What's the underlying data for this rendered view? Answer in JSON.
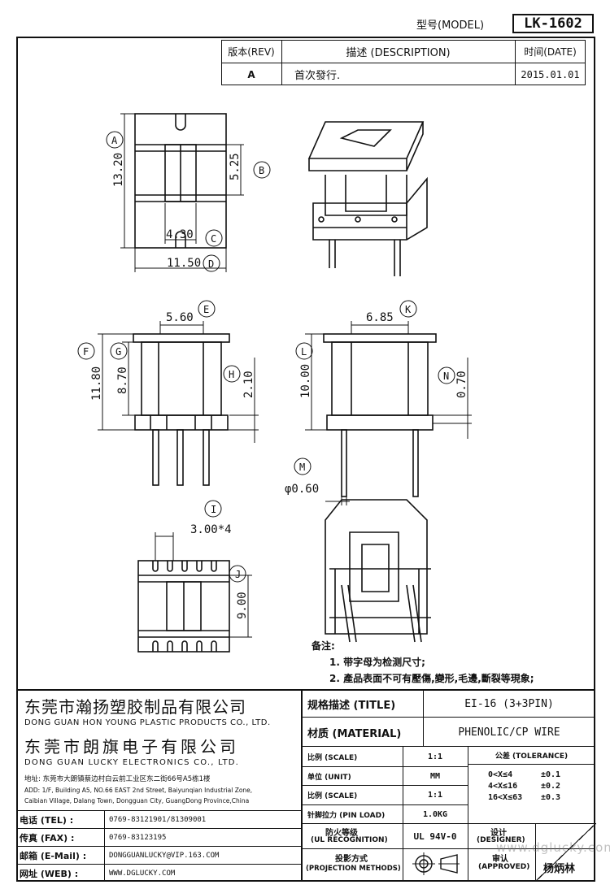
{
  "model": {
    "label": "型号(MODEL)",
    "value": "LK-1602"
  },
  "revision_table": {
    "headers": {
      "rev": "版本(REV)",
      "desc": "描述 (DESCRIPTION)",
      "date": "时间(DATE)"
    },
    "row": {
      "rev": "A",
      "desc": "首次發行.",
      "date": "2015.01.01"
    }
  },
  "dimensions": {
    "A": "13.20",
    "B": "5.25",
    "C": "4.30",
    "D": "11.50",
    "E": "5.60",
    "F": "11.80",
    "G": "8.70",
    "H": "2.10",
    "K": "6.85",
    "L": "10.00",
    "N": "0.70",
    "M": "φ0.60",
    "I": "3.00*4",
    "J": "9.00"
  },
  "dim_letters": [
    "A",
    "B",
    "C",
    "D",
    "E",
    "F",
    "G",
    "H",
    "K",
    "L",
    "N",
    "M",
    "I",
    "J"
  ],
  "notes": {
    "title": "备注:",
    "items": [
      "1. 带字母为检测尺寸;",
      "2. 產品表面不可有壓傷,變形,毛邊,斷裂等現象;"
    ]
  },
  "company": {
    "name1_cn": "东莞市瀚扬塑胶制品有限公司",
    "name1_en": "DONG GUAN HON YOUNG PLASTIC PRODUCTS CO., LTD.",
    "name2_cn": "东莞市朗旗电子有限公司",
    "name2_en": "DONG GUAN LUCKY ELECTRONICS CO., LTD.",
    "address_cn": "地址: 东莞市大朗镇蔡边村白云前工业区东二街66号A5栋1楼",
    "address_en1": "ADD: 1/F, Building A5, NO.66 EAST 2nd Street, Baiyunqian Industrial Zone,",
    "address_en2": "Caibian Village, Dalang Town, Dongguan City, GuangDong Province,China"
  },
  "contact": {
    "tel_label": "电话 (TEL) :",
    "tel": "0769-83121901/81309001",
    "fax_label": "传真 (FAX) :",
    "fax": "0769-83123195",
    "mail_label": "邮箱 (E-Mail) :",
    "mail": "DONGGUANLUCKY@VIP.163.COM",
    "web_label": "网址 (WEB) :",
    "web": "WWW.DGLUCKY.COM"
  },
  "spec": {
    "title_label": "规格描述 (TITLE)",
    "title_value": "EI-16 (3+3PIN)",
    "material_label": "材质 (MATERIAL)",
    "material_value": "PHENOLIC/CP WIRE",
    "scale_label": "比例 (SCALE)",
    "scale_value": "1:1",
    "tolerance_label": "公差 (TOLERANCE)",
    "unit_label": "单位 (UNIT)",
    "unit_value": "MM",
    "tol1": "0<X≤4",
    "tol1v": "±0.1",
    "tol2": "4<X≤16",
    "tol2v": "±0.2",
    "tol3": "16<X≤63",
    "tol3v": "±0.3",
    "scale2_label": "比例 (SCALE)",
    "scale2_value": "1:1",
    "pin_label": "针脚拉力 (PIN LOAD)",
    "pin_value": "1.0KG",
    "designer_label": "设计",
    "designer_label_en": "(DESIGNER)",
    "ul_label": "防火等级",
    "ul_label_en": "(UL RECOGNITION)",
    "ul_value": "UL 94V-0",
    "approved_label": "审认",
    "approved_label_en": "(APPROVED)",
    "approved_value": "杨炳林",
    "proj_label": "投影方式",
    "proj_label_en": "(PROJECTION METHODS)"
  },
  "watermark": "www.dglucky.com"
}
